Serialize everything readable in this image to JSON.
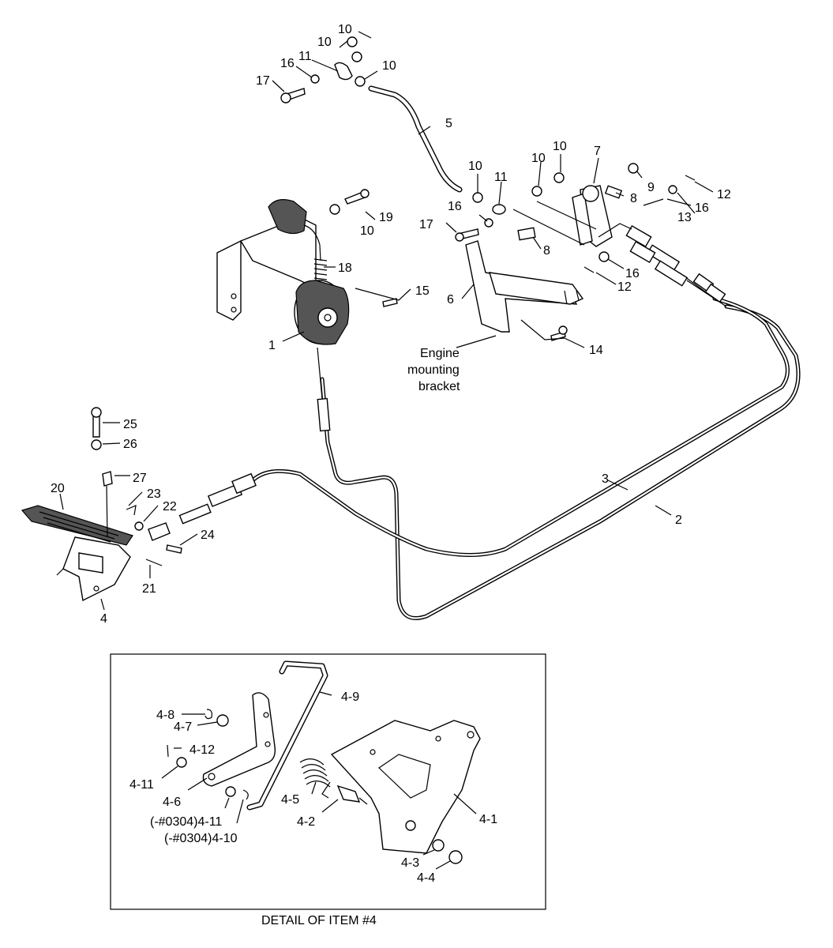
{
  "callouts": {
    "c1": "1",
    "c2": "2",
    "c3": "3",
    "c4": "4",
    "c5": "5",
    "c6": "6",
    "c7": "7",
    "c8a": "8",
    "c8b": "8",
    "c9": "9",
    "c10a": "10",
    "c10b": "10",
    "c10c": "10",
    "c10d": "10",
    "c10e": "10",
    "c10f": "10",
    "c10g": "10",
    "c11a": "11",
    "c11b": "11",
    "c12a": "12",
    "c12b": "12",
    "c13": "13",
    "c14": "14",
    "c15": "15",
    "c16a": "16",
    "c16b": "16",
    "c16c": "16",
    "c16d": "16",
    "c17a": "17",
    "c17b": "17",
    "c18": "18",
    "c19": "19",
    "c20": "20",
    "c21": "21",
    "c22": "22",
    "c23": "23",
    "c24": "24",
    "c25": "25",
    "c26": "26",
    "c27": "27"
  },
  "engine_bracket_label": [
    "Engine",
    "mounting",
    "bracket"
  ],
  "detail": {
    "caption": "DETAIL OF ITEM #4",
    "callouts": {
      "d4_1": "4-1",
      "d4_2": "4-2",
      "d4_3": "4-3",
      "d4_4": "4-4",
      "d4_5": "4-5",
      "d4_6": "4-6",
      "d4_7": "4-7",
      "d4_8": "4-8",
      "d4_9": "4-9",
      "d4_11": "4-11",
      "d4_12": "4-12",
      "d4_11b": "(-#0304)4-11",
      "d4_10b": "(-#0304)4-10"
    }
  }
}
